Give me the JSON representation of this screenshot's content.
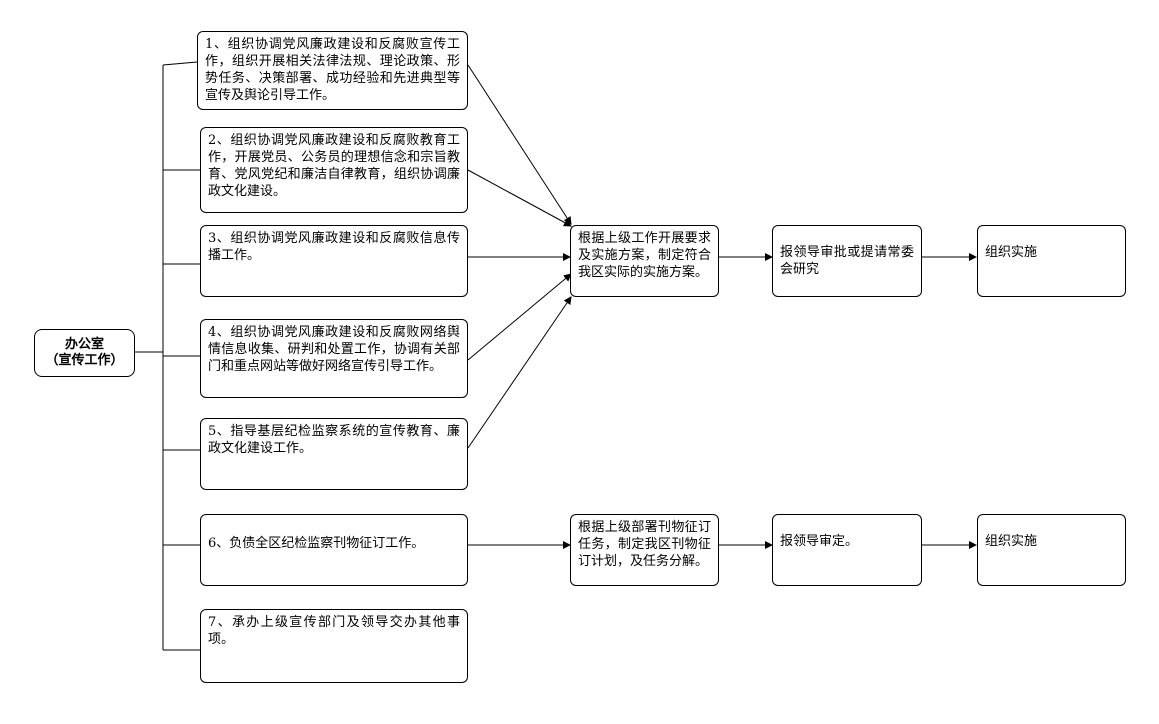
{
  "root": {
    "line1": "办公室",
    "line2": "（宣传工作）"
  },
  "tasks": [
    "1、组织协调党风廉政建设和反腐败宣传工作，组织开展相关法律法规、理论政策、形势任务、决策部署、成功经验和先进典型等宣传及舆论引导工作。",
    "2、组织协调党风廉政建设和反腐败教育工作，开展党员、公务员的理想信念和宗旨教育、党风党纪和廉洁自律教育，组织协调廉政文化建设。",
    "3、组织协调党风廉政建设和反腐败信息传播工作。",
    "4、组织协调党风廉政建设和反腐败网络舆情信息收集、研判和处置工作，协调有关部门和重点网站等做好网络宣传引导工作。",
    "5、指导基层纪检监察系统的宣传教育、廉政文化建设工作。",
    "6、负债全区纪检监察刊物征订工作。",
    "7、承办上级宣传部门及领导交办其他事项。"
  ],
  "flow_a": [
    "根据上级工作开展要求及实施方案，制定符合我区实际的实施方案。",
    "报领导审批或提请常委会研究",
    "组织实施"
  ],
  "flow_b": [
    "根据上级部署刊物征订任务，制定我区刊物征订计划，及任务分解。",
    "报领导审定。",
    "组织实施"
  ]
}
